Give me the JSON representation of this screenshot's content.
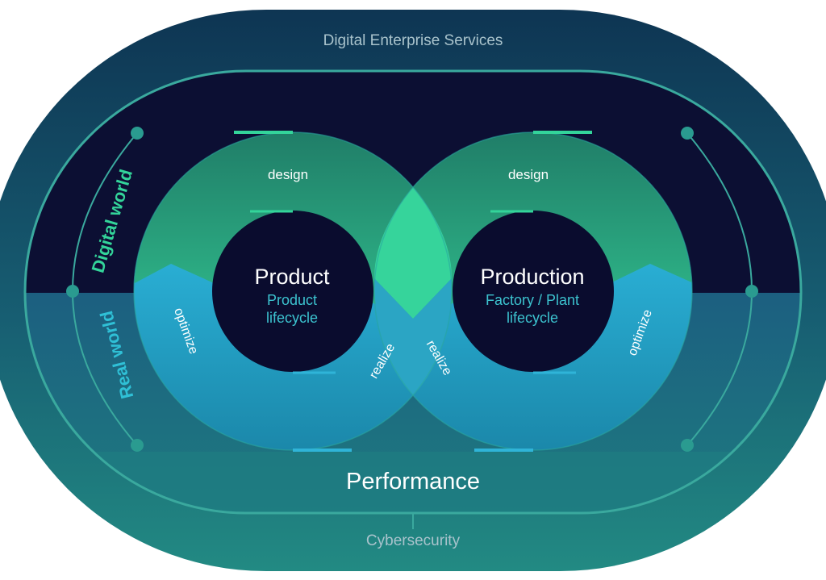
{
  "labels": {
    "outer_top": "Digital Enterprise Services",
    "outer_bottom": "Cybersecurity",
    "performance": "Performance",
    "digital_world": "Digital world",
    "real_world": "Real world"
  },
  "left_loop": {
    "title": "Product",
    "subtitle_line1": "Product",
    "subtitle_line2": "lifecycle",
    "design": "design",
    "optimize": "optimize",
    "realize": "realize"
  },
  "right_loop": {
    "title": "Production",
    "subtitle_line1": "Factory / Plant",
    "subtitle_line2": "lifecycle",
    "design": "design",
    "optimize": "optimize",
    "realize": "realize"
  },
  "colors": {
    "outer": "#1d6a78",
    "digital_band": "#0d1034",
    "real_band": "#1b5d7c",
    "green": "#33d49a",
    "blue": "#2fb4d8",
    "core": "#0a0c2e",
    "accent_line": "#3ab0a0"
  }
}
